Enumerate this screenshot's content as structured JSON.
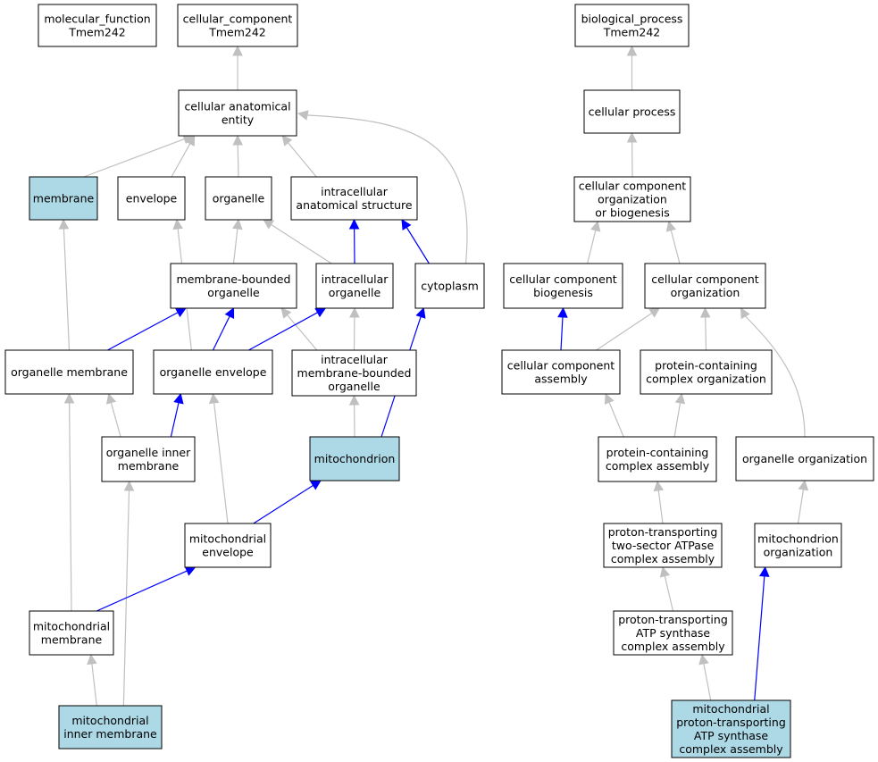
{
  "colors": {
    "highlight_fill": "#add8e6",
    "node_fill": "#ffffff",
    "is_a_edge": "#c0c0c0",
    "part_of_edge": "#0000ff"
  },
  "nodes": {
    "mf_root": {
      "lines": [
        "molecular_function",
        "Tmem242"
      ],
      "highlighted": false
    },
    "cc_root": {
      "lines": [
        "cellular_component",
        "Tmem242"
      ],
      "highlighted": false
    },
    "bp_root": {
      "lines": [
        "biological_process",
        "Tmem242"
      ],
      "highlighted": false
    },
    "cae": {
      "lines": [
        "cellular anatomical",
        "entity"
      ],
      "highlighted": false
    },
    "cellular_process": {
      "lines": [
        "cellular process"
      ],
      "highlighted": false
    },
    "membrane": {
      "lines": [
        "membrane"
      ],
      "highlighted": true
    },
    "envelope": {
      "lines": [
        "envelope"
      ],
      "highlighted": false
    },
    "organelle": {
      "lines": [
        "organelle"
      ],
      "highlighted": false
    },
    "ias": {
      "lines": [
        "intracellular",
        "anatomical structure"
      ],
      "highlighted": false
    },
    "ccob": {
      "lines": [
        "cellular component",
        "organization",
        "or biogenesis"
      ],
      "highlighted": false
    },
    "mbo": {
      "lines": [
        "membrane-bounded",
        "organelle"
      ],
      "highlighted": false
    },
    "io": {
      "lines": [
        "intracellular",
        "organelle"
      ],
      "highlighted": false
    },
    "cytoplasm": {
      "lines": [
        "cytoplasm"
      ],
      "highlighted": false
    },
    "ccb": {
      "lines": [
        "cellular component",
        "biogenesis"
      ],
      "highlighted": false
    },
    "cco": {
      "lines": [
        "cellular component",
        "organization"
      ],
      "highlighted": false
    },
    "om": {
      "lines": [
        "organelle membrane"
      ],
      "highlighted": false
    },
    "oe": {
      "lines": [
        "organelle envelope"
      ],
      "highlighted": false
    },
    "imbo": {
      "lines": [
        "intracellular",
        "membrane-bounded",
        "organelle"
      ],
      "highlighted": false
    },
    "cca": {
      "lines": [
        "cellular component",
        "assembly"
      ],
      "highlighted": false
    },
    "pcco": {
      "lines": [
        "protein-containing",
        "complex organization"
      ],
      "highlighted": false
    },
    "oim": {
      "lines": [
        "organelle inner",
        "membrane"
      ],
      "highlighted": false
    },
    "mito": {
      "lines": [
        "mitochondrion"
      ],
      "highlighted": true
    },
    "pcca": {
      "lines": [
        "protein-containing",
        "complex assembly"
      ],
      "highlighted": false
    },
    "oo": {
      "lines": [
        "organelle organization"
      ],
      "highlighted": false
    },
    "me": {
      "lines": [
        "mitochondrial",
        "envelope"
      ],
      "highlighted": false
    },
    "pttsa": {
      "lines": [
        "proton-transporting",
        "two-sector ATPase",
        "complex assembly"
      ],
      "highlighted": false
    },
    "mo": {
      "lines": [
        "mitochondrion",
        "organization"
      ],
      "highlighted": false
    },
    "mm": {
      "lines": [
        "mitochondrial",
        "membrane"
      ],
      "highlighted": false
    },
    "ptas": {
      "lines": [
        "proton-transporting",
        "ATP synthase",
        "complex assembly"
      ],
      "highlighted": false
    },
    "mim": {
      "lines": [
        "mitochondrial",
        "inner membrane"
      ],
      "highlighted": true
    },
    "mptas": {
      "lines": [
        "mitochondrial",
        "proton-transporting",
        "ATP synthase",
        "complex assembly"
      ],
      "highlighted": true
    }
  },
  "edges": [
    {
      "from": "cae",
      "to": "cc_root",
      "type": "is_a"
    },
    {
      "from": "cellular_process",
      "to": "bp_root",
      "type": "is_a"
    },
    {
      "from": "membrane",
      "to": "cae",
      "type": "is_a"
    },
    {
      "from": "envelope",
      "to": "cae",
      "type": "is_a"
    },
    {
      "from": "organelle",
      "to": "cae",
      "type": "is_a"
    },
    {
      "from": "ias",
      "to": "cae",
      "type": "is_a"
    },
    {
      "from": "cytoplasm",
      "to": "cae",
      "type": "is_a"
    },
    {
      "from": "ccob",
      "to": "cellular_process",
      "type": "is_a"
    },
    {
      "from": "mbo",
      "to": "organelle",
      "type": "is_a"
    },
    {
      "from": "io",
      "to": "organelle",
      "type": "is_a"
    },
    {
      "from": "io",
      "to": "ias",
      "type": "part_of"
    },
    {
      "from": "cytoplasm",
      "to": "ias",
      "type": "part_of"
    },
    {
      "from": "ccb",
      "to": "ccob",
      "type": "is_a"
    },
    {
      "from": "cco",
      "to": "ccob",
      "type": "is_a"
    },
    {
      "from": "om",
      "to": "membrane",
      "type": "is_a"
    },
    {
      "from": "om",
      "to": "mbo",
      "type": "part_of"
    },
    {
      "from": "oe",
      "to": "envelope",
      "type": "is_a"
    },
    {
      "from": "oe",
      "to": "mbo",
      "type": "part_of"
    },
    {
      "from": "oe",
      "to": "io",
      "type": "part_of"
    },
    {
      "from": "imbo",
      "to": "mbo",
      "type": "is_a"
    },
    {
      "from": "imbo",
      "to": "io",
      "type": "is_a"
    },
    {
      "from": "cca",
      "to": "ccb",
      "type": "part_of"
    },
    {
      "from": "cca",
      "to": "cco",
      "type": "is_a"
    },
    {
      "from": "pcco",
      "to": "cco",
      "type": "is_a"
    },
    {
      "from": "oim",
      "to": "om",
      "type": "is_a"
    },
    {
      "from": "oim",
      "to": "oe",
      "type": "part_of"
    },
    {
      "from": "mito",
      "to": "imbo",
      "type": "is_a"
    },
    {
      "from": "mito",
      "to": "cytoplasm",
      "type": "part_of"
    },
    {
      "from": "pcca",
      "to": "cca",
      "type": "is_a"
    },
    {
      "from": "pcca",
      "to": "pcco",
      "type": "is_a"
    },
    {
      "from": "oo",
      "to": "cco",
      "type": "is_a"
    },
    {
      "from": "me",
      "to": "oe",
      "type": "is_a"
    },
    {
      "from": "me",
      "to": "mito",
      "type": "part_of"
    },
    {
      "from": "pttsa",
      "to": "pcca",
      "type": "is_a"
    },
    {
      "from": "mo",
      "to": "oo",
      "type": "is_a"
    },
    {
      "from": "mm",
      "to": "om",
      "type": "is_a"
    },
    {
      "from": "mm",
      "to": "me",
      "type": "part_of"
    },
    {
      "from": "ptas",
      "to": "pttsa",
      "type": "is_a"
    },
    {
      "from": "mim",
      "to": "mm",
      "type": "is_a"
    },
    {
      "from": "mim",
      "to": "oim",
      "type": "is_a"
    },
    {
      "from": "mptas",
      "to": "ptas",
      "type": "is_a"
    },
    {
      "from": "mptas",
      "to": "mo",
      "type": "part_of"
    }
  ]
}
